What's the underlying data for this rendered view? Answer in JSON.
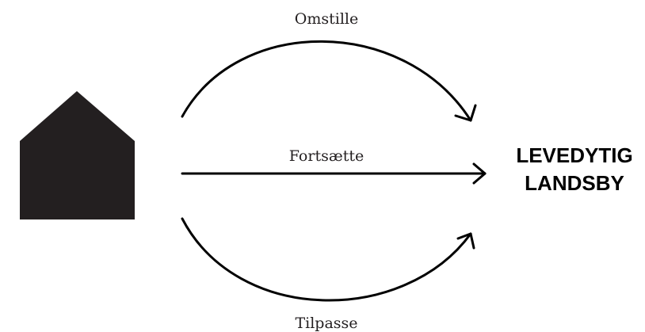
{
  "diagram": {
    "paths": {
      "top_label": "Omstille",
      "middle_label": "Fortsætte",
      "bottom_label": "Tilpasse"
    },
    "target": {
      "line1": "LEVEDYTIG",
      "line2": "LANDSBY"
    },
    "colors": {
      "house": "#231f20",
      "arrows": "#000000",
      "text": "#231f20"
    },
    "icons": {
      "source": "house-icon"
    }
  }
}
